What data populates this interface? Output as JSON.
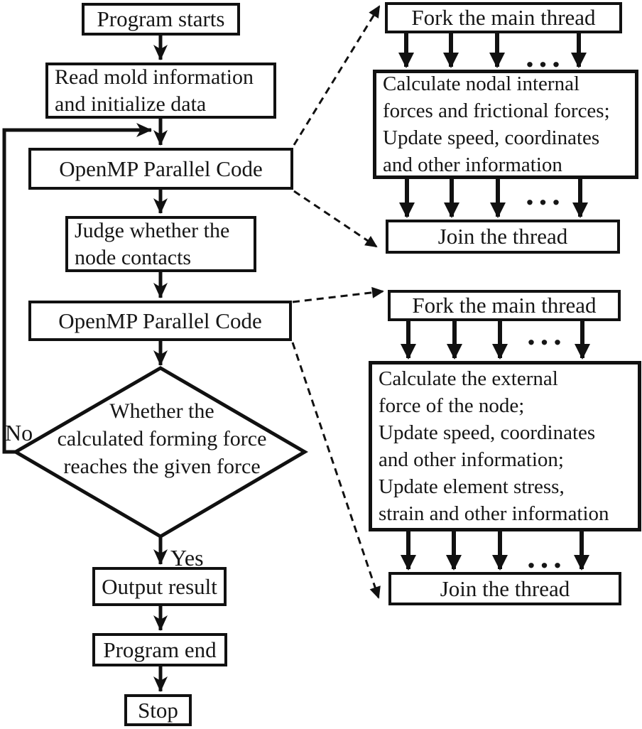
{
  "colors": {
    "ink": "#111111",
    "background": "#ffffff"
  },
  "flowchart": {
    "left": {
      "program_starts": "Program starts",
      "read_mold": "Read mold information\nand initialize data",
      "openmp1": "OpenMP Parallel Code",
      "judge": "Judge whether the\nnode contacts",
      "openmp2": "OpenMP Parallel Code",
      "decision": "Whether the\ncalculated forming force\nreaches the given force",
      "no_label": "No",
      "yes_label": "Yes",
      "output": "Output result",
      "program_end": "Program end",
      "stop": "Stop"
    },
    "thread_group_1": {
      "fork": "Fork the main thread",
      "calc": "Calculate nodal internal\nforces and frictional forces;\nUpdate speed, coordinates\nand other information",
      "join": "Join the thread",
      "ellipsis_top": "...",
      "ellipsis_bottom": "..."
    },
    "thread_group_2": {
      "fork": "Fork the main thread",
      "calc": "Calculate the external\nforce of the node;\nUpdate speed, coordinates\nand other information;\nUpdate element stress,\nstrain and other information",
      "join": "Join the thread",
      "ellipsis_top": "...",
      "ellipsis_bottom": "..."
    }
  }
}
